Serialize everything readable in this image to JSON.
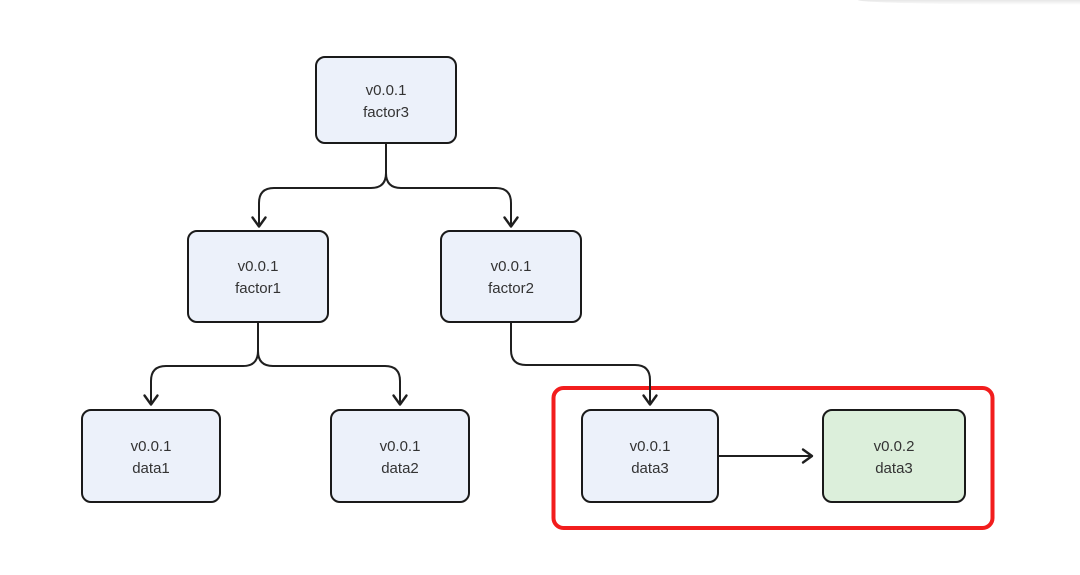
{
  "theme": {
    "background": "#ffffff",
    "edge-color": "#1f1f1f",
    "node-border": "#1a1a1a",
    "node-fill": "#ecf1fa",
    "node-fill-updated": "#dcefdb",
    "text-color": "#333333",
    "highlight-color": "#f21d1d"
  },
  "diagram": {
    "type": "dependency-graph",
    "nodes": [
      {
        "id": "factor3",
        "version": "v0.0.1",
        "name": "factor3",
        "state": "default"
      },
      {
        "id": "factor1",
        "version": "v0.0.1",
        "name": "factor1",
        "state": "default"
      },
      {
        "id": "factor2",
        "version": "v0.0.1",
        "name": "factor2",
        "state": "default"
      },
      {
        "id": "data1",
        "version": "v0.0.1",
        "name": "data1",
        "state": "default"
      },
      {
        "id": "data2",
        "version": "v0.0.1",
        "name": "data2",
        "state": "default"
      },
      {
        "id": "data3",
        "version": "v0.0.1",
        "name": "data3",
        "state": "default"
      },
      {
        "id": "data3-v2",
        "version": "v0.0.2",
        "name": "data3",
        "state": "updated"
      }
    ],
    "edges": [
      {
        "from": "factor3 v0.0.1",
        "to": "factor1 v0.0.1"
      },
      {
        "from": "factor3 v0.0.1",
        "to": "factor2 v0.0.1"
      },
      {
        "from": "factor1 v0.0.1",
        "to": "data1 v0.0.1"
      },
      {
        "from": "factor1 v0.0.1",
        "to": "data2 v0.0.1"
      },
      {
        "from": "factor2 v0.0.1",
        "to": "data3 v0.0.1"
      },
      {
        "from": "data3 v0.0.1",
        "to": "data3 v0.0.2"
      }
    ],
    "highlight": {
      "nodes": [
        "data3 v0.0.1",
        "data3 v0.0.2"
      ]
    }
  }
}
